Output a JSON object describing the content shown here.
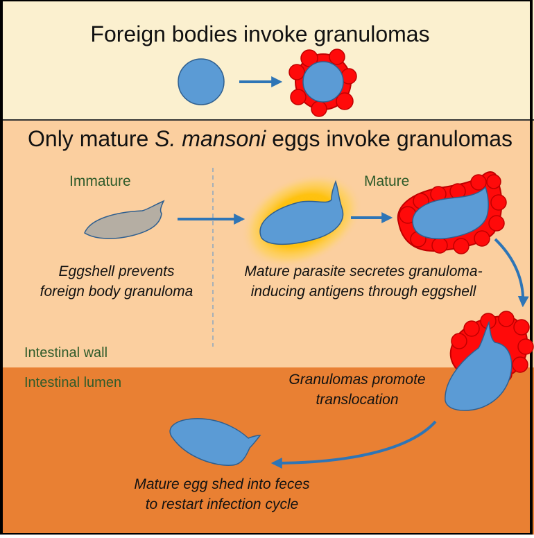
{
  "panel_top": {
    "title": "Foreign bodies invoke granulomas",
    "bg_color": "#fbf0cf"
  },
  "panel_middle": {
    "title_before": "Only mature ",
    "title_species": "S. mansoni",
    "title_after": " eggs invoke granulomas",
    "bg_color": "#fbcf9f",
    "immature_label": "Immature",
    "mature_label": "Mature",
    "caption_left_line1": "Eggshell prevents",
    "caption_left_line2": "foreign body granuloma",
    "caption_right_line1": "Mature parasite secretes granuloma-",
    "caption_right_line2": "inducing antigens through eggshell",
    "wall_label": "Intestinal wall"
  },
  "panel_bottom": {
    "lumen_label": "Intestinal lumen",
    "bg_color": "#e98033",
    "caption_promote_line1": "Granulomas promote",
    "caption_promote_line2": "translocation",
    "caption_shed_line1": "Mature egg shed into feces",
    "caption_shed_line2": "to restart infection cycle"
  },
  "colors": {
    "egg_fill": "#5b9bd5",
    "egg_stroke": "#2f5f8f",
    "immature_fill": "#b5aea3",
    "granuloma": "#ff0a0a",
    "arrow": "#2e75b6",
    "antigen_halo": "#ffc000",
    "label_green": "#2e5b2a"
  }
}
